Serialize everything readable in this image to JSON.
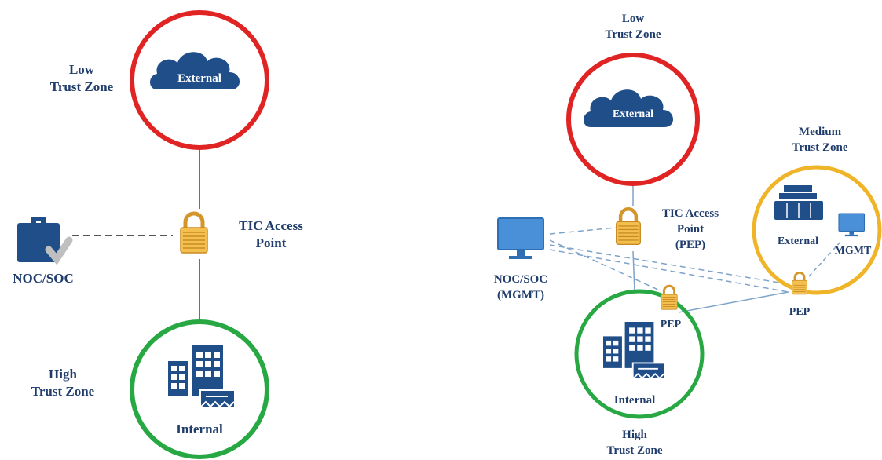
{
  "colors": {
    "low_zone": "#e02424",
    "high_zone": "#27a843",
    "medium_zone": "#f0b429",
    "navy": "#1f4e89",
    "label": "#1f3c6b",
    "lock_gold": "#e8a838",
    "link": "#7ea3c9",
    "monitor": "#4a90d9"
  },
  "left_diagram": {
    "low_zone_label_line1": "Low",
    "low_zone_label_line2": "Trust Zone",
    "external_label": "External",
    "tic_label_line1": "TIC Access",
    "tic_label_line2": "Point",
    "noc_label": "NOC/SOC",
    "high_zone_label_line1": "High",
    "high_zone_label_line2": "Trust Zone",
    "internal_label": "Internal"
  },
  "right_diagram": {
    "low_zone_label_line1": "Low",
    "low_zone_label_line2": "Trust Zone",
    "external_label": "External",
    "tic_label_line1": "TIC Access",
    "tic_label_line2": "Point",
    "tic_label_line3": "(PEP)",
    "medium_zone_label_line1": "Medium",
    "medium_zone_label_line2": "Trust Zone",
    "medium_external_label": "External",
    "mgmt_label": "MGMT",
    "noc_label_line1": "NOC/SOC",
    "noc_label_line2": "(MGMT)",
    "pep_internal_label": "PEP",
    "pep_medium_label": "PEP",
    "internal_label": "Internal",
    "high_zone_label_line1": "High",
    "high_zone_label_line2": "Trust Zone"
  }
}
